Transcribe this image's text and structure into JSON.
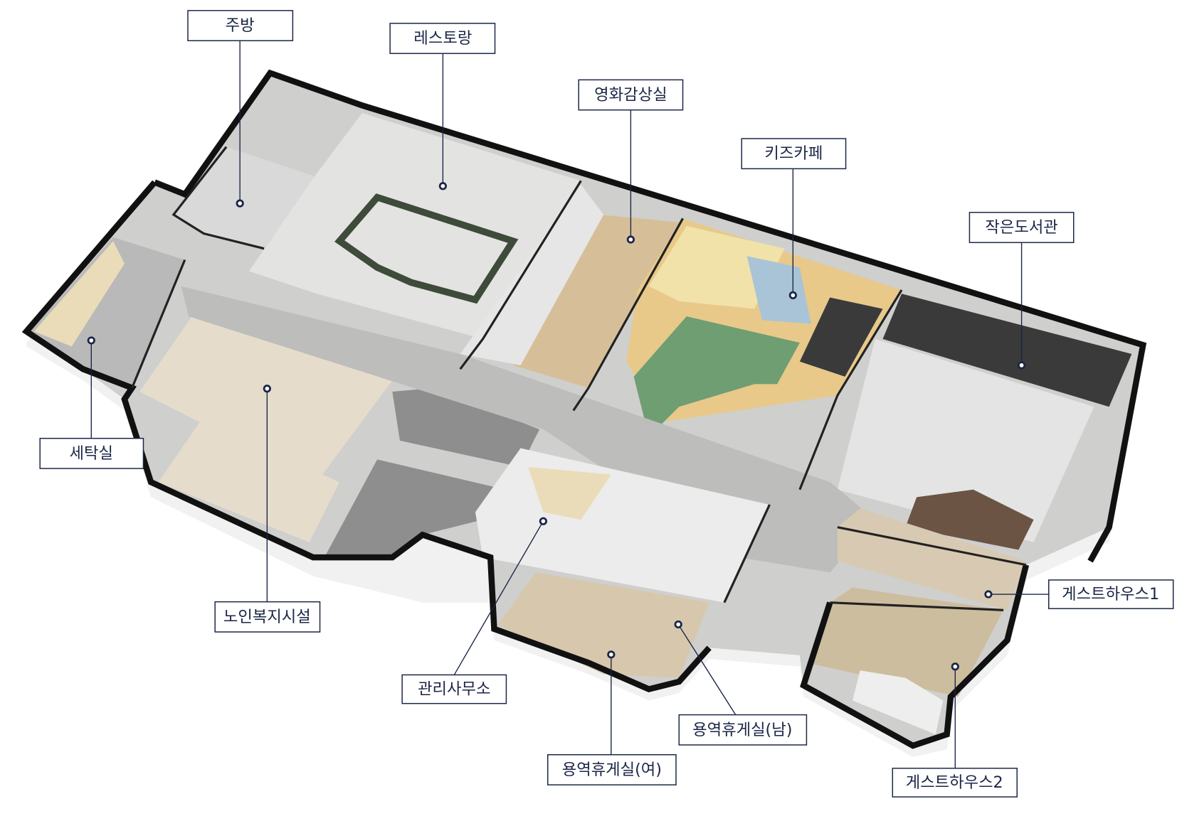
{
  "title": "Floor plan with facility labels",
  "labels": {
    "kitchen": "주방",
    "restaurant": "레스토랑",
    "cinema": "영화감상실",
    "kids_cafe": "키즈카페",
    "library": "작은도서관",
    "laundry": "세탁실",
    "senior_facility": "노인복지시설",
    "management_office": "관리사무소",
    "staff_lounge_f": "용역휴게실(여)",
    "staff_lounge_m": "용역휴게실(남)",
    "guesthouse_1": "게스트하우스1",
    "guesthouse_2": "게스트하우스2"
  },
  "colors": {
    "label_border": "#1b2646",
    "label_text": "#1b2646",
    "wall": "#111111",
    "kids_floor": "#6f9e72",
    "wood_floor": "#d6bf98"
  }
}
